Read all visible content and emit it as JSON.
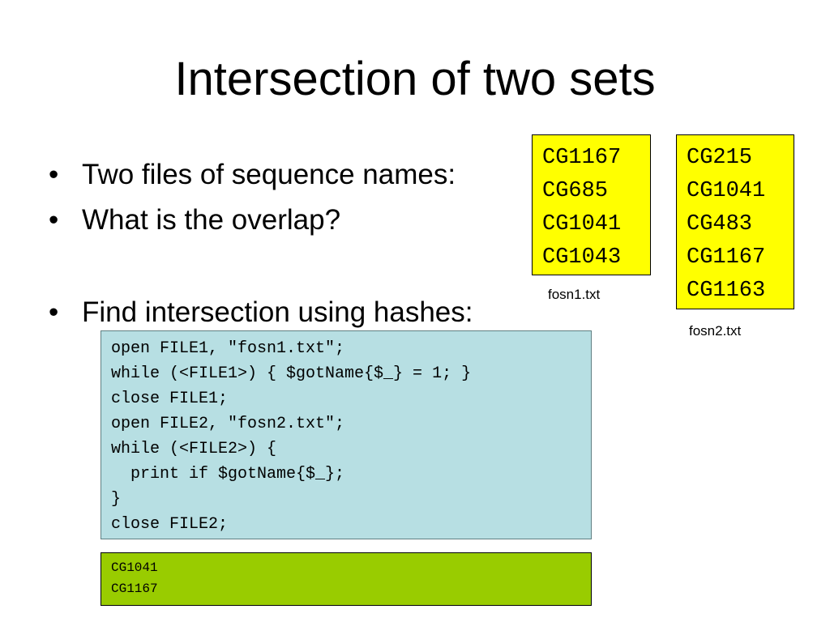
{
  "slide": {
    "title": "Intersection of two sets"
  },
  "bullets": [
    {
      "marker": "•",
      "text": "Two files of sequence names:"
    },
    {
      "marker": "•",
      "text": "What is the overlap?"
    },
    {
      "marker": "•",
      "text": "Find intersection using hashes:"
    }
  ],
  "files": [
    {
      "name": "fosn1.txt",
      "lines": [
        "CG1167",
        "CG685",
        "CG1041",
        "CG1043"
      ]
    },
    {
      "name": "fosn2.txt",
      "lines": [
        "CG215",
        "CG1041",
        "CG483",
        "CG1167",
        "CG1163"
      ]
    }
  ],
  "code": {
    "lines": [
      "open FILE1, \"fosn1.txt\";",
      "while (<FILE1>) { $gotName{$_} = 1; }",
      "close FILE1;",
      "open FILE2, \"fosn2.txt\";",
      "while (<FILE2>) {",
      "  print if $gotName{$_};",
      "}",
      "close FILE2;"
    ]
  },
  "output": {
    "lines": [
      "CG1041",
      "CG1167"
    ]
  },
  "colors": {
    "file_box_background": "#ffff00",
    "code_box_background": "#b7dfe3",
    "output_box_background": "#99cc00"
  }
}
